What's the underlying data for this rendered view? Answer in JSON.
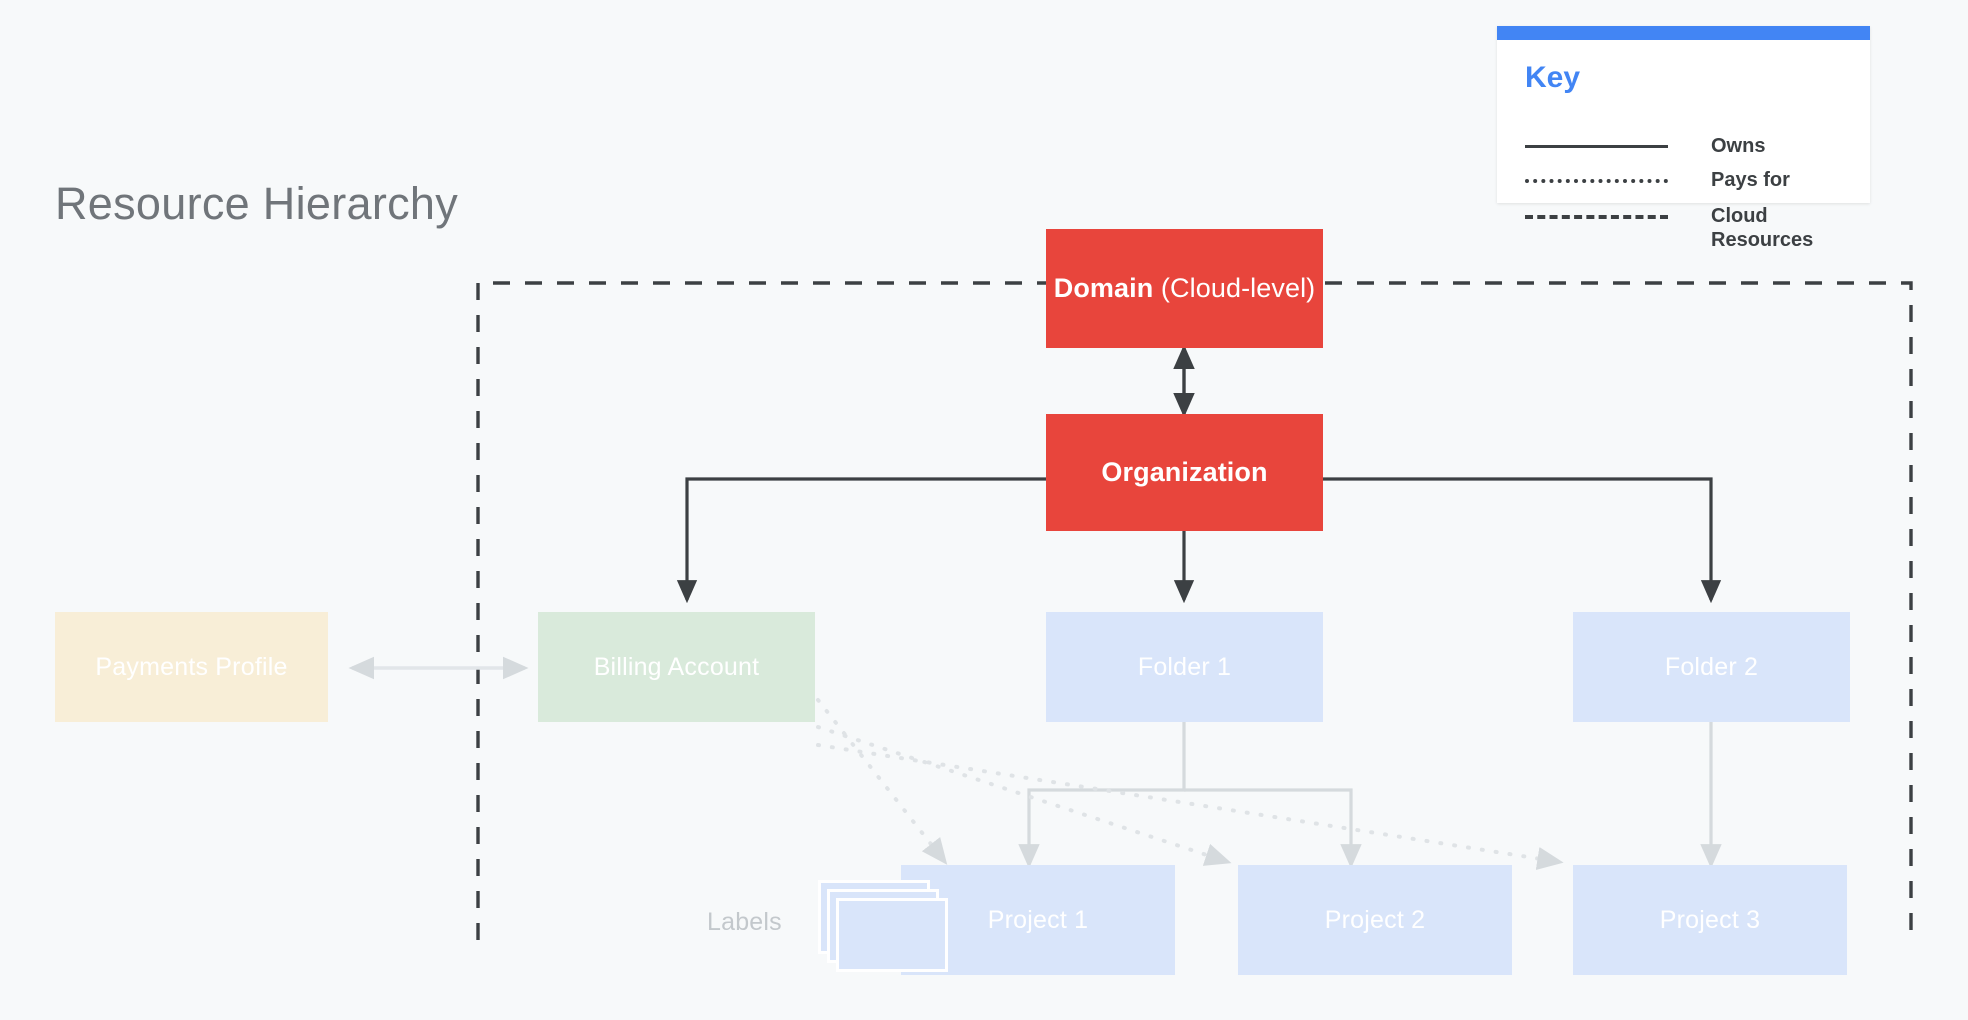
{
  "page": {
    "title": "Resource Hierarchy",
    "background_color": "#f7f9fa"
  },
  "legend": {
    "name": "Key",
    "accent_color": "#4285f4",
    "rows": [
      {
        "style": "solid",
        "label": "Owns"
      },
      {
        "style": "dotted",
        "label": "Pays for"
      },
      {
        "style": "dashed",
        "label": "Cloud Resources"
      }
    ]
  },
  "diagram": {
    "type": "hierarchy",
    "boundary": {
      "name": "cloud-resources-boundary",
      "style": "dashed",
      "color": "#3c4043"
    },
    "nodes": [
      {
        "id": "domain",
        "label_bold": "Domain",
        "label_rest": " (Cloud-level)",
        "color": "#e8453c",
        "text_color": "#ffffff"
      },
      {
        "id": "organization",
        "label": "Organization",
        "color": "#e8453c",
        "text_color": "#ffffff"
      },
      {
        "id": "payments_profile",
        "label": "Payments Profile",
        "color": "#f8eed7",
        "text_color": "#ffffff"
      },
      {
        "id": "billing_account",
        "label": "Billing Account",
        "color": "#d9eadb",
        "text_color": "#ffffff"
      },
      {
        "id": "folder_1",
        "label": "Folder 1",
        "color": "#d9e5fa",
        "text_color": "#ffffff"
      },
      {
        "id": "folder_2",
        "label": "Folder 2",
        "color": "#d9e5fa",
        "text_color": "#ffffff"
      },
      {
        "id": "project_1",
        "label": "Project 1",
        "color": "#d9e5fa",
        "text_color": "#ffffff"
      },
      {
        "id": "project_2",
        "label": "Project 2",
        "color": "#d9e5fa",
        "text_color": "#ffffff"
      },
      {
        "id": "project_3",
        "label": "Project 3",
        "color": "#d9e5fa",
        "text_color": "#ffffff"
      }
    ],
    "labels_caption": "Labels",
    "edges": [
      {
        "from": "domain",
        "to": "organization",
        "style": "solid",
        "direction": "both"
      },
      {
        "from": "organization",
        "to": "billing_account",
        "style": "solid",
        "direction": "to"
      },
      {
        "from": "organization",
        "to": "folder_1",
        "style": "solid",
        "direction": "to"
      },
      {
        "from": "organization",
        "to": "folder_2",
        "style": "solid",
        "direction": "to"
      },
      {
        "from": "payments_profile",
        "to": "billing_account",
        "style": "solid",
        "direction": "both"
      },
      {
        "from": "folder_1",
        "to": "project_1",
        "style": "solid",
        "direction": "to"
      },
      {
        "from": "folder_1",
        "to": "project_2",
        "style": "solid",
        "direction": "to"
      },
      {
        "from": "folder_2",
        "to": "project_3",
        "style": "solid",
        "direction": "to"
      },
      {
        "from": "billing_account",
        "to": "project_1",
        "style": "dotted",
        "direction": "to"
      },
      {
        "from": "billing_account",
        "to": "project_2",
        "style": "dotted",
        "direction": "to"
      },
      {
        "from": "billing_account",
        "to": "project_3",
        "style": "dotted",
        "direction": "to"
      }
    ]
  }
}
